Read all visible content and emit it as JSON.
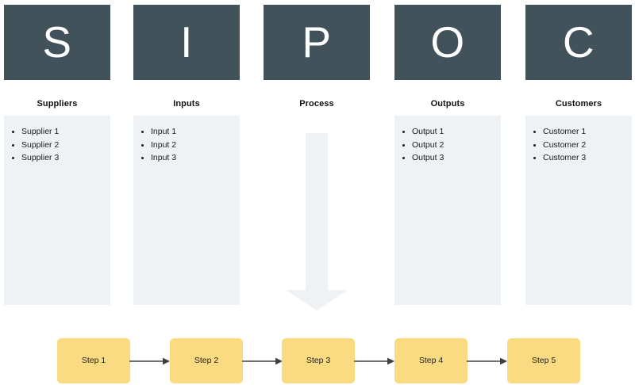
{
  "diagram": {
    "type": "sipoc",
    "colors": {
      "header_box": "#41525a",
      "header_letter": "#ffffff",
      "panel": "#eef2f5",
      "process_arrow": "#eef2f5",
      "step_box": "#fbdb82",
      "connector": "#404040",
      "text": "#1a1a1a"
    },
    "columns": [
      {
        "letter": "S",
        "title": "Suppliers",
        "items": [
          "Supplier 1",
          "Supplier 2",
          "Supplier 3"
        ]
      },
      {
        "letter": "I",
        "title": "Inputs",
        "items": [
          "Input 1",
          "Input 2",
          "Input 3"
        ]
      },
      {
        "letter": "P",
        "title": "Process",
        "items": []
      },
      {
        "letter": "O",
        "title": "Outputs",
        "items": [
          "Output 1",
          "Output 2",
          "Output 3"
        ]
      },
      {
        "letter": "C",
        "title": "Customers",
        "items": [
          "Customer 1",
          "Customer 2",
          "Customer 3"
        ]
      }
    ],
    "process_flow": {
      "steps": [
        "Step 1",
        "Step 2",
        "Step 3",
        "Step 4",
        "Step 5"
      ],
      "connector_count": 4
    }
  }
}
